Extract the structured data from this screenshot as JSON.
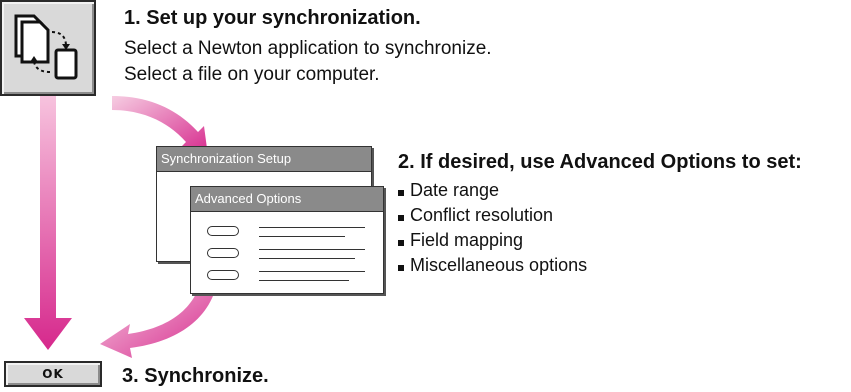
{
  "step1": {
    "title": "1. Set up your synchronization.",
    "line1": "Select a Newton application to synchronize.",
    "line2": "Select a file on your computer."
  },
  "dialogs": {
    "setup_title": "Synchronization Setup",
    "advanced_title": "Advanced Options"
  },
  "step2": {
    "title": "2. If desired, use Advanced Options to set:",
    "items": [
      "Date range",
      "Conflict resolution",
      "Field mapping",
      "Miscellaneous options"
    ]
  },
  "step3": {
    "title": "3. Synchronize.",
    "ok_label": "OK"
  },
  "icons": {
    "sync_button": "sync-setup-icon",
    "arrow_color": "#d6288c"
  }
}
